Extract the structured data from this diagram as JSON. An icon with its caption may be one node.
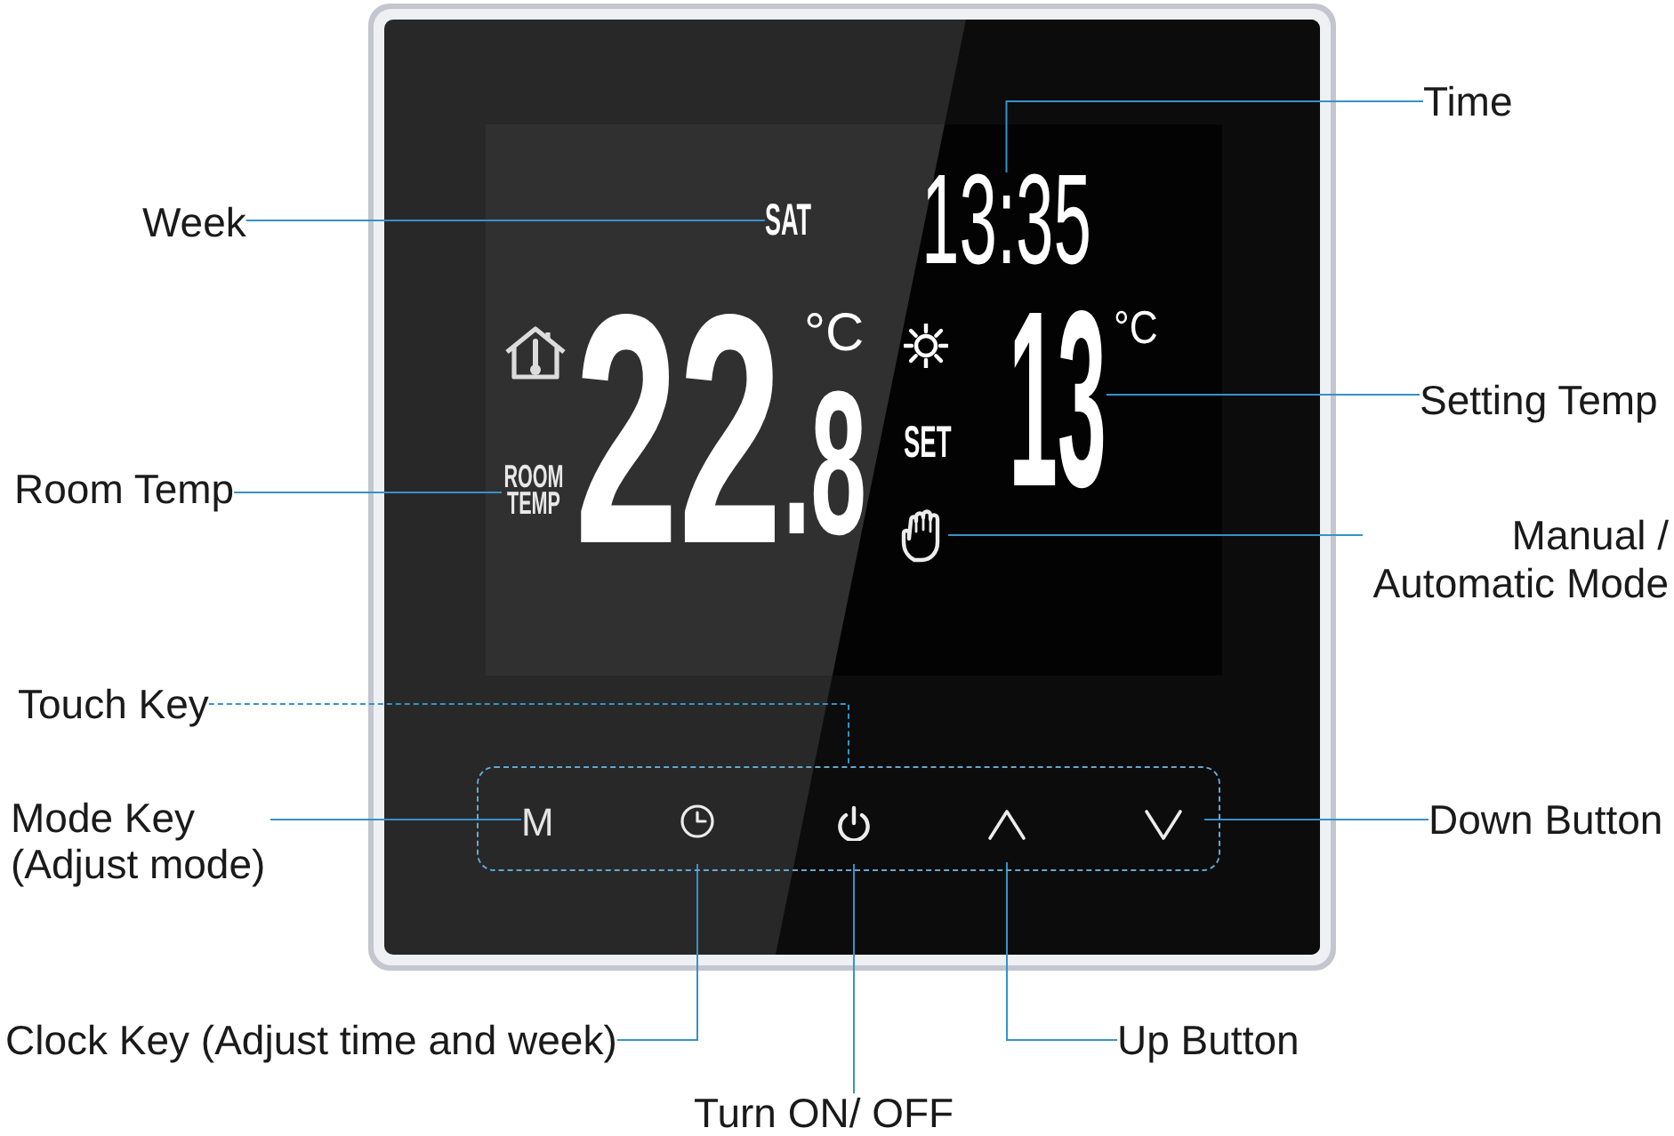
{
  "diagram": {
    "nodes": [
      {
        "text": [
          "Time"
        ]
      },
      {
        "text": [
          "13:35"
        ]
      },
      {
        "text": [
          "Week"
        ]
      },
      {
        "text": [
          "SAT"
        ]
      },
      {
        "text": [
          "Setting Temp"
        ]
      },
      {
        "text": [
          "13"
        ]
      },
      {
        "text": [
          "Room Temp"
        ]
      },
      {
        "text": [
          "ROOM TEMP"
        ]
      },
      {
        "text": [
          "Manual / Automatic Mode"
        ]
      },
      {
        "text": [],
        "shape": "picture"
      },
      {
        "text": [
          "Touch Key"
        ]
      },
      {
        "text": [],
        "shape": "box"
      },
      {
        "text": [
          "M"
        ],
        "in": 11
      },
      {
        "text": [],
        "shape": "picture",
        "in": 11
      },
      {
        "text": [],
        "shape": "picture",
        "in": 11
      },
      {
        "text": [],
        "shape": "picture",
        "in": 11
      },
      {
        "text": [],
        "shape": "picture",
        "in": 11
      },
      {
        "text": [
          "Mode Key (Adjust mode)"
        ]
      },
      {
        "text": [
          "Down Button"
        ]
      },
      {
        "text": [
          "Clock Key (Adjust time and week)"
        ]
      },
      {
        "text": [
          "Up Button"
        ]
      },
      {
        "text": [
          "Turn ON/ OFF"
        ]
      }
    ],
    "edges": [
      {
        "from": 0,
        "to": 1,
        "arrow": "none"
      },
      {
        "from": 2,
        "to": 3,
        "arrow": "none"
      },
      {
        "from": 4,
        "to": 5,
        "arrow": "none"
      },
      {
        "from": 6,
        "to": 7,
        "arrow": "none"
      },
      {
        "from": 8,
        "to": 9,
        "arrow": "none"
      },
      {
        "from": 10,
        "to": 11,
        "arrow": "none",
        "style": "dashed"
      },
      {
        "from": 17,
        "to": 12,
        "arrow": "none"
      },
      {
        "from": 18,
        "to": 16,
        "arrow": "none"
      },
      {
        "from": 19,
        "to": 13,
        "arrow": "none"
      },
      {
        "from": 20,
        "to": 15,
        "arrow": "none"
      },
      {
        "from": 21,
        "to": 14,
        "arrow": "none"
      }
    ],
    "labels": [
      "22",
      ".8",
      "°C",
      "°C",
      "SET"
    ]
  }
}
